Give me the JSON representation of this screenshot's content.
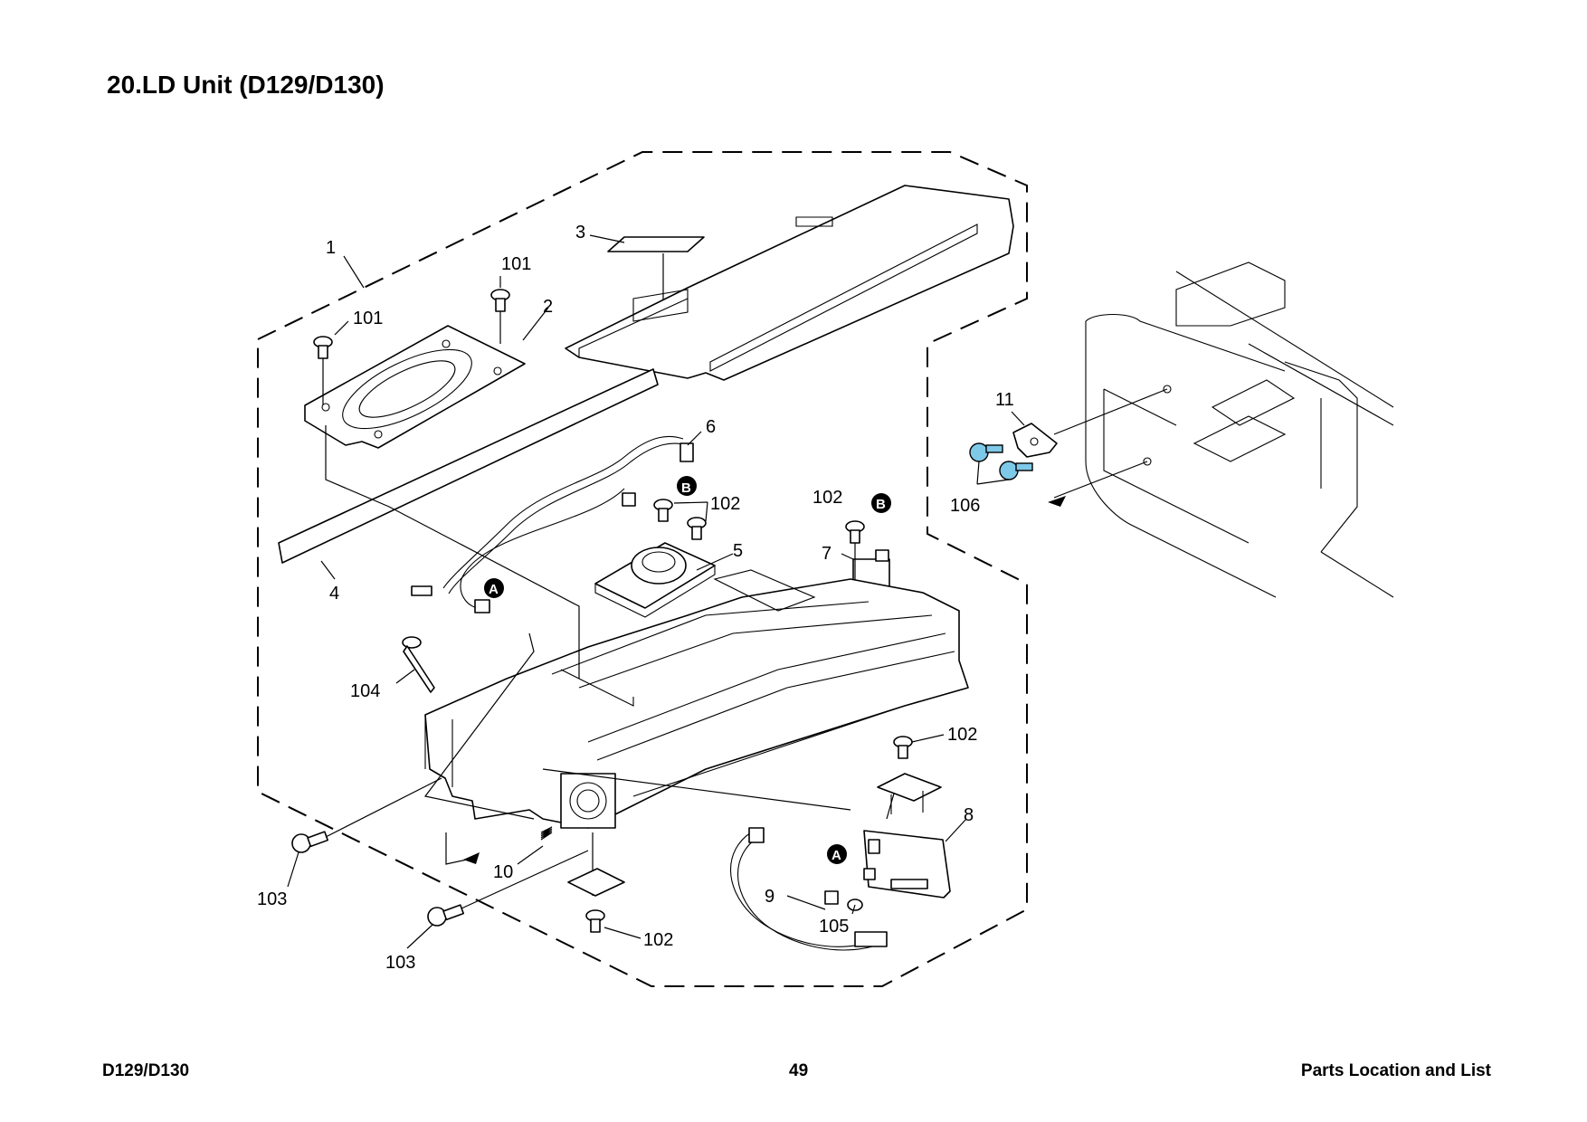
{
  "page": {
    "title": "20.LD Unit (D129/D130)",
    "footer_left": "D129/D130",
    "footer_center": "49",
    "footer_right": "Parts Location and List"
  },
  "callouts": {
    "c1": "1",
    "c2": "2",
    "c3": "3",
    "c4": "4",
    "c5": "5",
    "c6": "6",
    "c7": "7",
    "c8": "8",
    "c9": "9",
    "c10": "10",
    "c11": "11",
    "c101a": "101",
    "c101b": "101",
    "c102a": "102",
    "c102b": "102",
    "c102c": "102",
    "c102d": "102",
    "c103a": "103",
    "c103b": "103",
    "c104": "104",
    "c105": "105",
    "c106": "106"
  },
  "markers": {
    "a1": "A",
    "a2": "A",
    "b1": "B",
    "b2": "B"
  },
  "colors": {
    "highlight_screws": "#7ec8e8"
  }
}
